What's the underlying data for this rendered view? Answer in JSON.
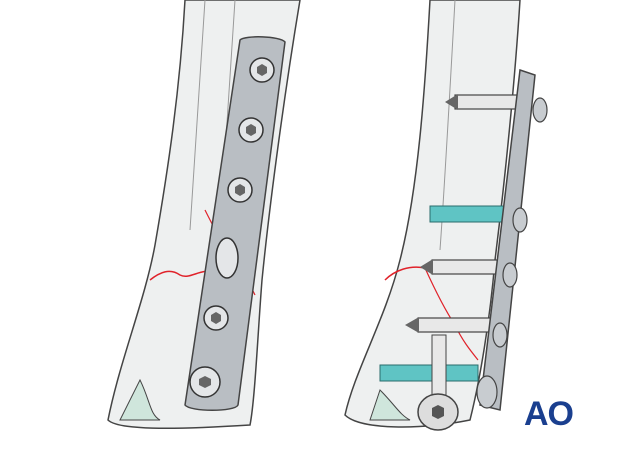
{
  "illustration": {
    "views": [
      "dorsal-view-plate-fixation",
      "lateral-view-plate-fixation"
    ],
    "logo": "AO"
  },
  "colors": {
    "bone": "#eef0f0",
    "bone_outline": "#444444",
    "plate": "#b9bec3",
    "screw_teal": "#5fc4c4",
    "fracture_line": "#e0222a",
    "logo": "#1a3f8f"
  }
}
